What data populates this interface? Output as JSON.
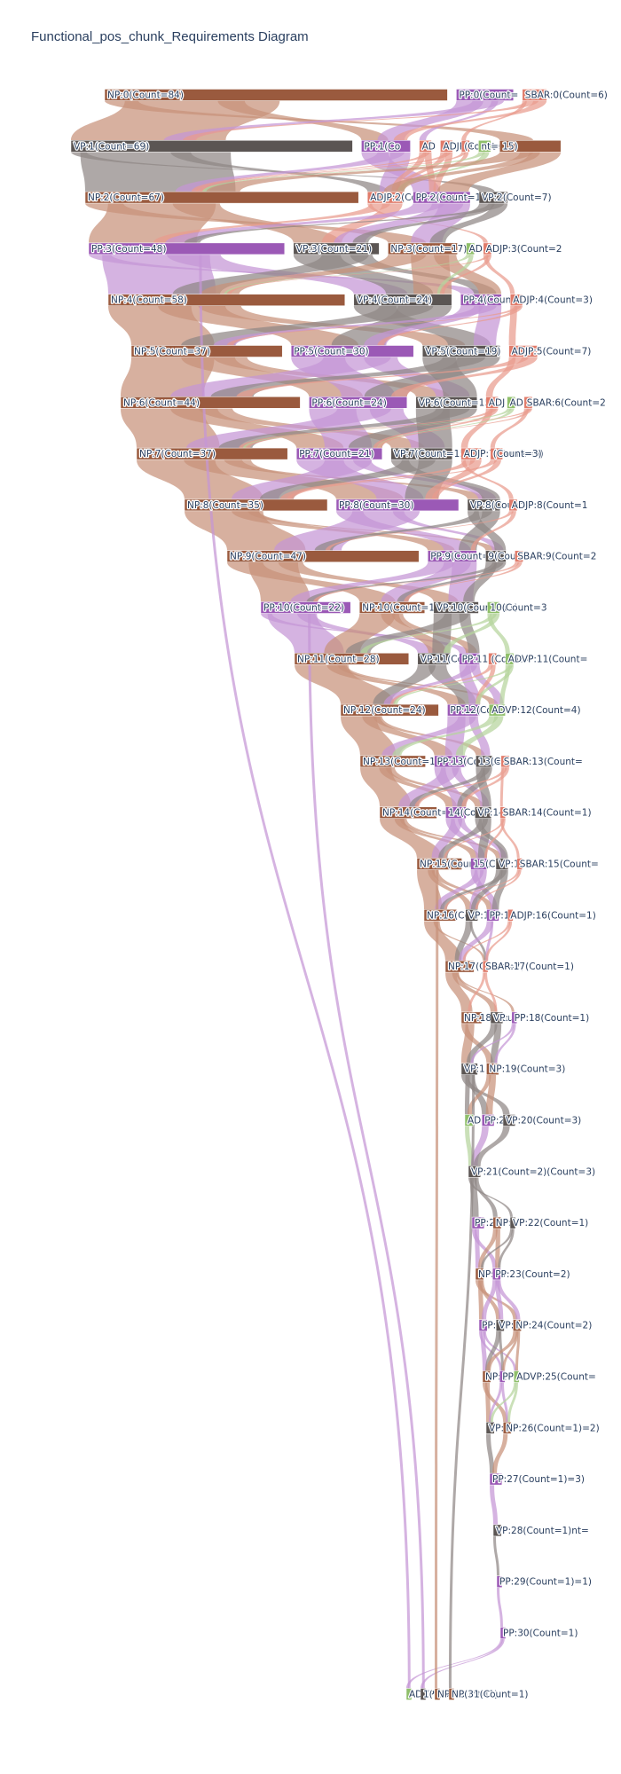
{
  "title": "Functional_pos_chunk_Requirements Diagram",
  "colors": {
    "NP": "#9a5a3e",
    "VP": "#5b5553",
    "PP": "#9b59b6",
    "ADJP": "#e07b6a",
    "SBAR": "#e07b6a",
    "ADVP": "#8fbf6a",
    "link_NP": "#c7917a",
    "link_VP": "#8f8785",
    "link_PP": "#c596d6",
    "link_ADJP": "#e99b8e",
    "link_ADVP": "#b5d49c",
    "background": "#ffffff"
  },
  "diagram": {
    "type": "sankey",
    "nodes": [
      {
        "label": "NP:0(Count=84)",
        "type": "NP",
        "col": 0,
        "count": 84
      },
      {
        "label": "PP:0(Count=",
        "type": "PP",
        "col": 0,
        "count": 14
      },
      {
        "label": "SBAR:0(Count=6)",
        "type": "SBAR",
        "col": 0,
        "count": 6
      },
      {
        "label": "VP:1(Count=69)",
        "type": "VP",
        "col": 1,
        "count": 69
      },
      {
        "label": "PP:1(Co",
        "type": "PP",
        "col": 1,
        "count": 12
      },
      {
        "label": "AD",
        "type": "ADJP",
        "col": 1,
        "count": 3
      },
      {
        "label": "ADJP:1",
        "type": "ADJP",
        "col": 1,
        "count": 3
      },
      {
        "label": "(Count=2)",
        "type": "SBAR",
        "col": 1,
        "count": 2
      },
      {
        "label": "nt=3)",
        "type": "ADVP",
        "col": 1,
        "count": 3
      },
      {
        "label": "15)",
        "type": "NP",
        "col": 1,
        "count": 15
      },
      {
        "label": "NP:2(Count=67)",
        "type": "NP",
        "col": 2,
        "count": 67
      },
      {
        "label": "ADJP:2(Count=9",
        "type": "ADJP",
        "col": 2,
        "count": 9
      },
      {
        "label": "PP:2(Count=14)",
        "type": "PP",
        "col": 2,
        "count": 14
      },
      {
        "label": "VP:2(Count=7)",
        "type": "VP",
        "col": 2,
        "count": 7
      },
      {
        "label": "PP:3(Count=48)",
        "type": "PP",
        "col": 3,
        "count": 48
      },
      {
        "label": "VP:3(Count=21)",
        "type": "VP",
        "col": 3,
        "count": 21
      },
      {
        "label": "NP:3(Count=17)",
        "type": "NP",
        "col": 3,
        "count": 17
      },
      {
        "label": "AD",
        "type": "ADVP",
        "col": 3,
        "count": 2
      },
      {
        "label": "ADJP:3(Count=2",
        "type": "ADJP",
        "col": 3,
        "count": 2
      },
      {
        "label": "NP:4(Count=58)",
        "type": "NP",
        "col": 4,
        "count": 58
      },
      {
        "label": "VP:4(Count=24)",
        "type": "VP",
        "col": 4,
        "count": 24
      },
      {
        "label": "PP:4(Count=",
        "type": "PP",
        "col": 4,
        "count": 10
      },
      {
        "label": "ADJP:4(Count=3)",
        "type": "ADJP",
        "col": 4,
        "count": 3
      },
      {
        "label": "NP:5(Count=37)",
        "type": "NP",
        "col": 5,
        "count": 37
      },
      {
        "label": "PP:5(Count=30)",
        "type": "PP",
        "col": 5,
        "count": 30
      },
      {
        "label": "VP:5(Count=19)",
        "type": "VP",
        "col": 5,
        "count": 19
      },
      {
        "label": "ADJP:5(Count=7)",
        "type": "ADJP",
        "col": 5,
        "count": 7
      },
      {
        "label": "NP:6(Count=44)",
        "type": "NP",
        "col": 6,
        "count": 44
      },
      {
        "label": "PP:6(Count=24)",
        "type": "PP",
        "col": 6,
        "count": 24
      },
      {
        "label": "VP:6(Count=15",
        "type": "VP",
        "col": 6,
        "count": 15
      },
      {
        "label": "ADJ",
        "type": "ADJP",
        "col": 6,
        "count": 3
      },
      {
        "label": "AD",
        "type": "ADVP",
        "col": 6,
        "count": 2
      },
      {
        "label": "SBAR:6(Count=2",
        "type": "SBAR",
        "col": 6,
        "count": 2
      },
      {
        "label": "NP:7(Count=37)",
        "type": "NP",
        "col": 7,
        "count": 37
      },
      {
        "label": "PP:7(Count=21)",
        "type": "PP",
        "col": 7,
        "count": 21
      },
      {
        "label": "VP:7(Count=15",
        "type": "VP",
        "col": 7,
        "count": 15
      },
      {
        "label": "ADJP:7(Count=5)",
        "type": "ADJP",
        "col": 7,
        "count": 5
      },
      {
        "label": "(Count=3)",
        "type": "SBAR",
        "col": 7,
        "count": 3
      },
      {
        "label": "NP:8(Count=35)",
        "type": "NP",
        "col": 8,
        "count": 35
      },
      {
        "label": "PP:8(Count=30)",
        "type": "PP",
        "col": 8,
        "count": 30
      },
      {
        "label": "VP:8(Count=",
        "type": "VP",
        "col": 8,
        "count": 8
      },
      {
        "label": "ADJP:8(Count=1",
        "type": "ADJP",
        "col": 8,
        "count": 2
      },
      {
        "label": "NP:9(Count=47)",
        "type": "NP",
        "col": 9,
        "count": 47
      },
      {
        "label": "PP:9(Count=12)",
        "type": "PP",
        "col": 9,
        "count": 12
      },
      {
        "label": "9(Cou",
        "type": "VP",
        "col": 9,
        "count": 5
      },
      {
        "label": "SBAR:9(Count=2",
        "type": "SBAR",
        "col": 9,
        "count": 2
      },
      {
        "label": "PP:10(Count=22)",
        "type": "PP",
        "col": 10,
        "count": 22
      },
      {
        "label": "NP:10(Count=16)",
        "type": "NP",
        "col": 10,
        "count": 16
      },
      {
        "label": "VP:10(Count=11)",
        "type": "VP",
        "col": 10,
        "count": 11
      },
      {
        "label": "10(Count=3",
        "type": "ADVP",
        "col": 10,
        "count": 3
      },
      {
        "label": "NP:11(Count=28)",
        "type": "NP",
        "col": 11,
        "count": 28
      },
      {
        "label": "VP:11(Cou",
        "type": "VP",
        "col": 11,
        "count": 8
      },
      {
        "label": "PP:11",
        "type": "PP",
        "col": 11,
        "count": 5
      },
      {
        "label": "(Count=",
        "type": "SBAR",
        "col": 11,
        "count": 2
      },
      {
        "label": "ADVP:11(Count=",
        "type": "ADVP",
        "col": 11,
        "count": 2
      },
      {
        "label": "NP:12(Count=24)",
        "type": "NP",
        "col": 12,
        "count": 24
      },
      {
        "label": "PP:12(Cou",
        "type": "PP",
        "col": 12,
        "count": 8
      },
      {
        "label": "ADVP:12(Count=4)",
        "type": "ADVP",
        "col": 12,
        "count": 4
      },
      {
        "label": "NP:13(Count=16)",
        "type": "NP",
        "col": 13,
        "count": 16
      },
      {
        "label": "PP:13(Count=8)",
        "type": "PP",
        "col": 13,
        "count": 8
      },
      {
        "label": "13(Co",
        "type": "VP",
        "col": 13,
        "count": 4
      },
      {
        "label": "SBAR:13(Count=",
        "type": "SBAR",
        "col": 13,
        "count": 2
      },
      {
        "label": "NP:14(Count=14)",
        "type": "NP",
        "col": 14,
        "count": 14
      },
      {
        "label": "14(Co",
        "type": "PP",
        "col": 14,
        "count": 5
      },
      {
        "label": "VP:14",
        "type": "VP",
        "col": 14,
        "count": 4
      },
      {
        "label": "SBAR:14(Count=1)",
        "type": "SBAR",
        "col": 14,
        "count": 1
      },
      {
        "label": "NP:15(Count=11)",
        "type": "NP",
        "col": 15,
        "count": 11
      },
      {
        "label": "15(Co",
        "type": "PP",
        "col": 15,
        "count": 4
      },
      {
        "label": "VP:1",
        "type": "VP",
        "col": 15,
        "count": 3
      },
      {
        "label": "SBAR:15(Count=",
        "type": "SBAR",
        "col": 15,
        "count": 1
      },
      {
        "label": "NP:16(Cou",
        "type": "NP",
        "col": 16,
        "count": 8
      },
      {
        "label": "VP:1",
        "type": "VP",
        "col": 16,
        "count": 3
      },
      {
        "label": "PP:1",
        "type": "PP",
        "col": 16,
        "count": 3
      },
      {
        "label": "ADJP:16(Count=1)",
        "type": "ADJP",
        "col": 16,
        "count": 1
      },
      {
        "label": "NP:17(Count=7)",
        "type": "NP",
        "col": 17,
        "count": 7
      },
      {
        "label": "SBAR:17(Count=1)",
        "type": "SBAR",
        "col": 17,
        "count": 1
      },
      {
        "label": "NP:18(Cou",
        "type": "NP",
        "col": 18,
        "count": 5
      },
      {
        "label": "VP:",
        "type": "VP",
        "col": 18,
        "count": 3
      },
      {
        "label": "PP:18(Count=1)",
        "type": "PP",
        "col": 18,
        "count": 1
      },
      {
        "label": "VP:1",
        "type": "VP",
        "col": 19,
        "count": 4
      },
      {
        "label": "NP:19(Count=3)",
        "type": "NP",
        "col": 19,
        "count": 3
      },
      {
        "label": "AD",
        "type": "ADVP",
        "col": 20,
        "count": 2
      },
      {
        "label": "PP:20",
        "type": "PP",
        "col": 20,
        "count": 3
      },
      {
        "label": "VP:20(Count=3)",
        "type": "VP",
        "col": 20,
        "count": 3
      },
      {
        "label": "VP:21(Count=2)(Count=3)",
        "type": "VP",
        "col": 21,
        "count": 3
      },
      {
        "label": "PP:22",
        "type": "PP",
        "col": 22,
        "count": 3
      },
      {
        "label": "NP:",
        "type": "NP",
        "col": 22,
        "count": 2
      },
      {
        "label": "VP:22(Count=1)",
        "type": "VP",
        "col": 22,
        "count": 1
      },
      {
        "label": "NP:23",
        "type": "NP",
        "col": 23,
        "count": 2
      },
      {
        "label": "PP:23(Count=2)",
        "type": "PP",
        "col": 23,
        "count": 2
      },
      {
        "label": "PP:2",
        "type": "PP",
        "col": 24,
        "count": 2
      },
      {
        "label": "VP:",
        "type": "VP",
        "col": 24,
        "count": 2
      },
      {
        "label": "NP:24(Count=2)",
        "type": "NP",
        "col": 24,
        "count": 2
      },
      {
        "label": "NP:2",
        "type": "NP",
        "col": 25,
        "count": 2
      },
      {
        "label": "PP:",
        "type": "PP",
        "col": 25,
        "count": 1
      },
      {
        "label": "ADVP:25(Count=",
        "type": "ADVP",
        "col": 25,
        "count": 1
      },
      {
        "label": "VP:",
        "type": "VP",
        "col": 26,
        "count": 2
      },
      {
        "label": "NP:26(Count=1)=2)",
        "type": "NP",
        "col": 26,
        "count": 2
      },
      {
        "label": "PP:27(Count=1)=3)",
        "type": "PP",
        "col": 27,
        "count": 3
      },
      {
        "label": "VP:28(Count=1)nt=",
        "type": "VP",
        "col": 28,
        "count": 2
      },
      {
        "label": "PP:29(Count=1)=1)",
        "type": "PP",
        "col": 29,
        "count": 1
      },
      {
        "label": "PP:30(Count=1)",
        "type": "PP",
        "col": 30,
        "count": 1
      },
      {
        "label": "ADVP:15(Count=1)",
        "type": "ADVP",
        "col": 31,
        "count": 1
      },
      {
        "label": "1(",
        "type": "VP",
        "col": 31,
        "count": 1
      },
      {
        "label": "NP:",
        "type": "NP",
        "col": 31,
        "count": 1
      },
      {
        "label": "NP(31(Count=1)",
        "type": "NP",
        "col": 31,
        "count": 1
      }
    ]
  }
}
